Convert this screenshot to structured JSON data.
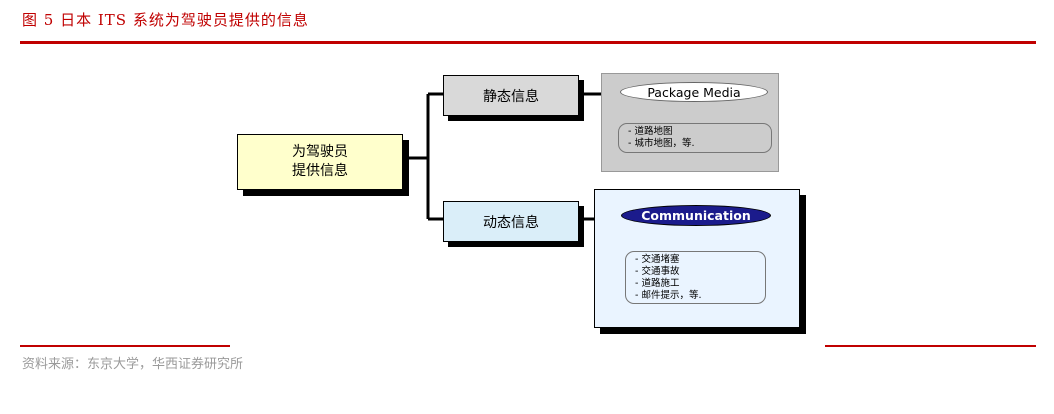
{
  "figure": {
    "title": "图 5 日本 ITS 系统为驾驶员提供的信息",
    "source": "资料来源：东京大学，华西证券研究所"
  },
  "diagram": {
    "root": {
      "line1": "为驾驶员",
      "line2": "提供信息"
    },
    "static": {
      "label": "静态信息",
      "media": "Package Media",
      "items": [
        "- 道路地图",
        "- 城市地图，等."
      ]
    },
    "dynamic": {
      "label": "动态信息",
      "media": "Communication",
      "items": [
        "- 交通堵塞",
        "- 交通事故",
        "- 道路施工",
        "- 邮件提示，等."
      ]
    }
  },
  "colors": {
    "accent_red": "#c00000",
    "root_fill": "#ffffcc",
    "static_fill": "#d9d9d9",
    "dynamic_fill": "#daeef9",
    "communication_fill": "#1b1b8c"
  }
}
